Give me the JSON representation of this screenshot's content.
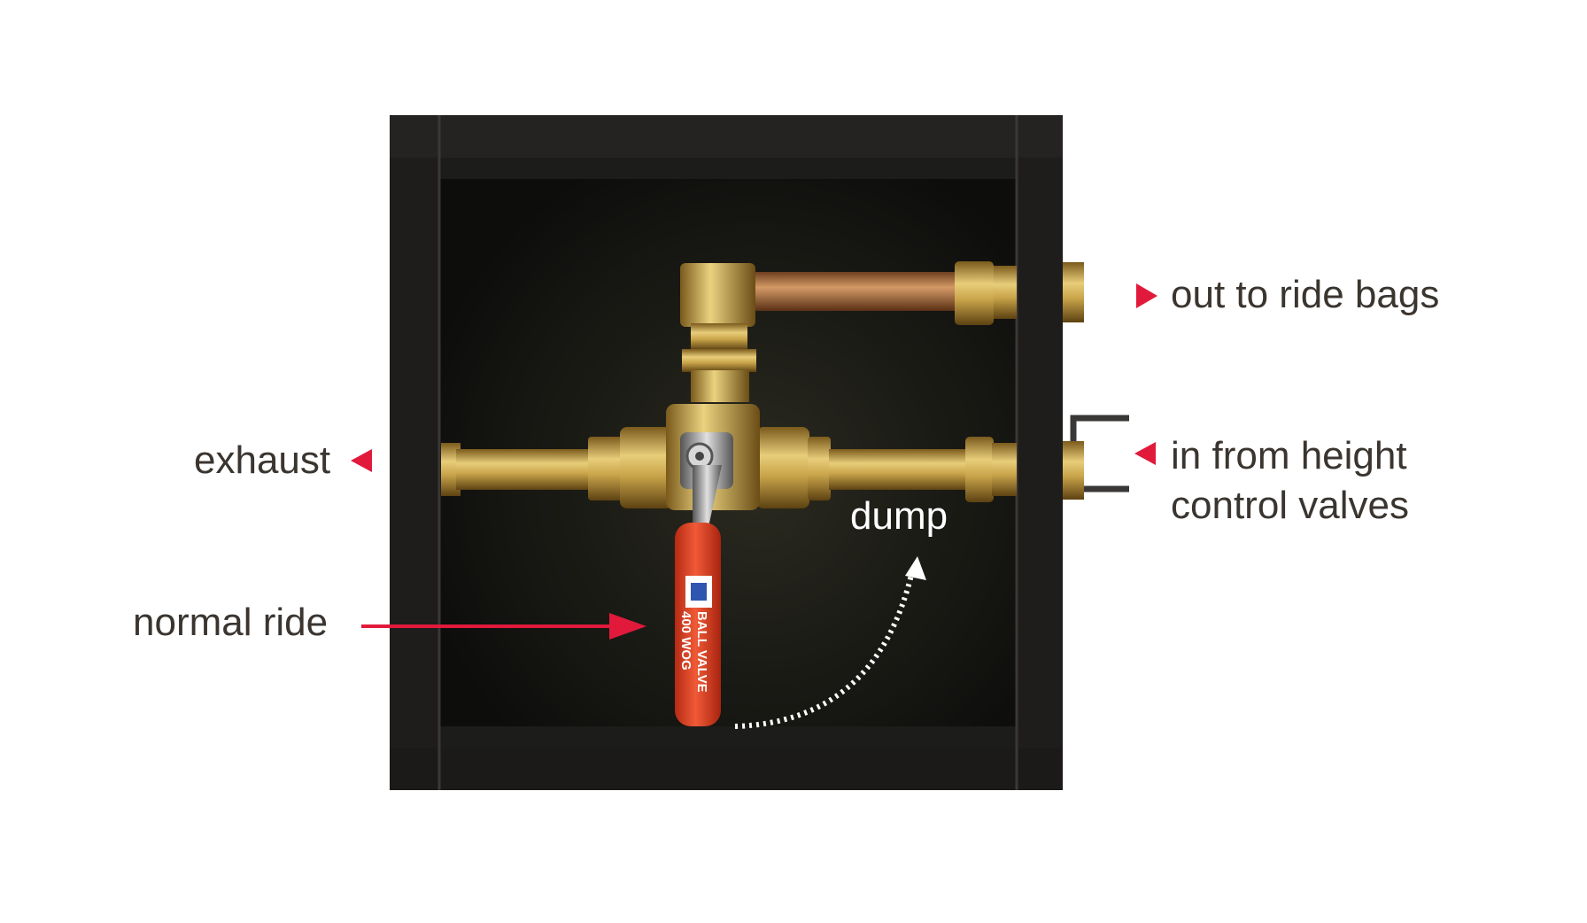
{
  "labels": {
    "exhaust": "exhaust",
    "normal_ride": "normal ride",
    "dump": "dump",
    "out_to_ride_bags": "out to ride bags",
    "in_from_height_line1": "in from height",
    "in_from_height_line2": "control valves"
  },
  "valve_handle_text": {
    "line1": "BALL VALVE",
    "line2": "400 WOG"
  },
  "colors": {
    "arrow_red": "#e11a3b",
    "box_black": "#141313",
    "brass": "#c9a44a",
    "copper": "#b67a4c",
    "handle_orange": "#e2442a",
    "label_text": "#3b3530"
  }
}
